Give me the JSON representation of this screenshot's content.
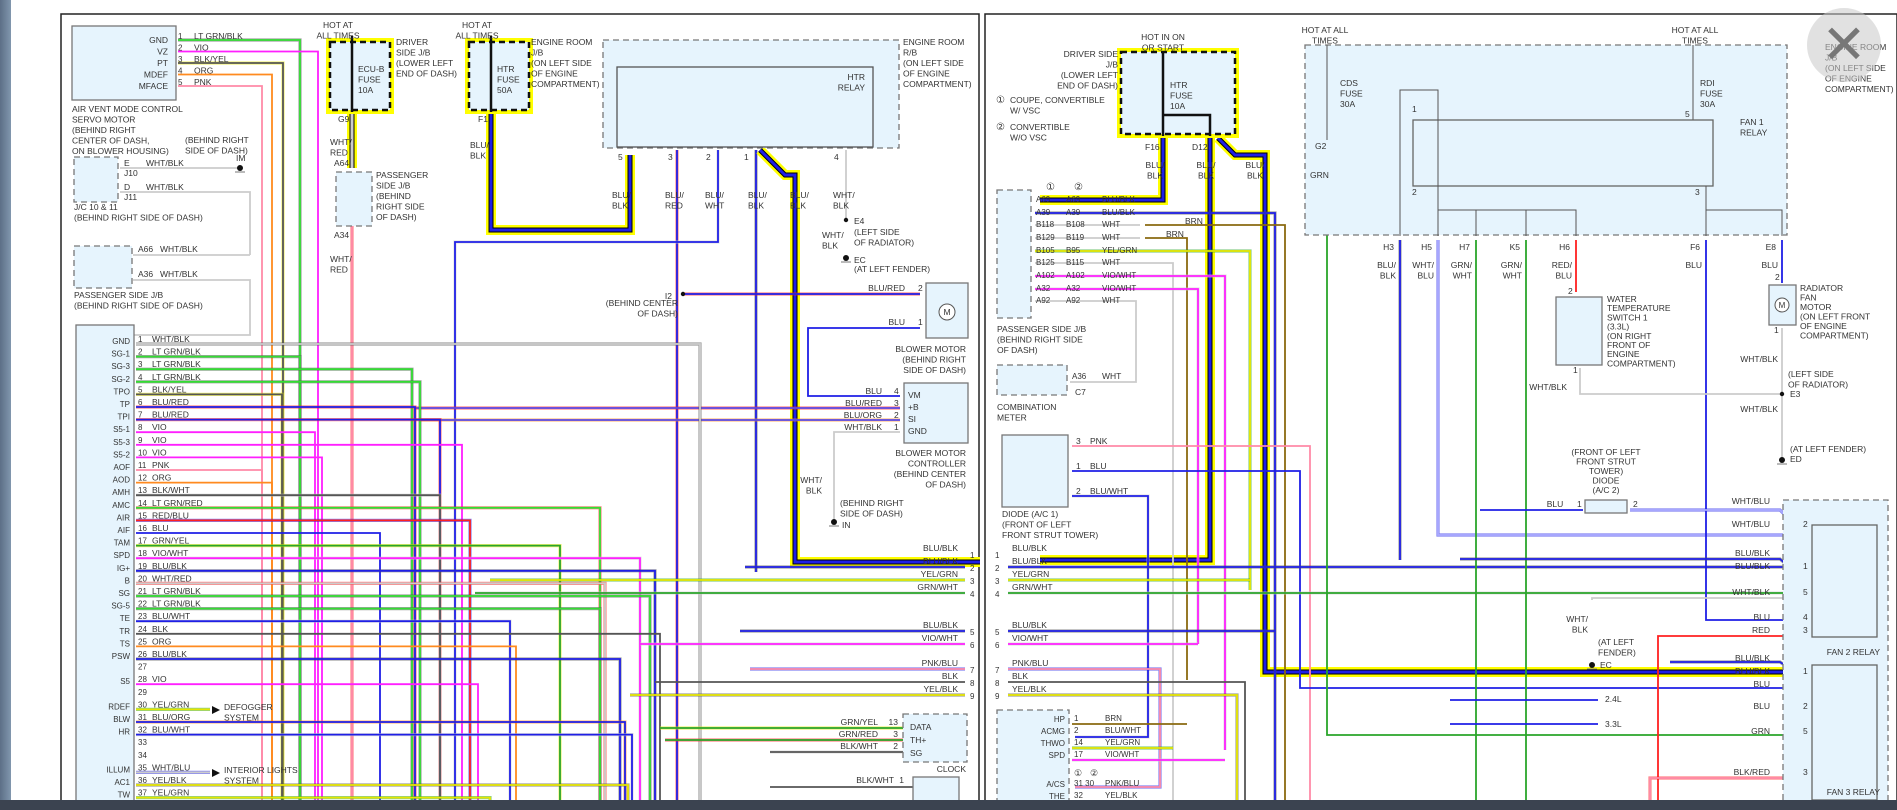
{
  "colors": {
    "highlight": "#ffff00",
    "box_fill": "#e6f4fd",
    "wire": {
      "BLU": "#1f1fe6",
      "BLK": "#555555",
      "WHT": "#cccccc",
      "VIO": "#ff1fff",
      "PNK": "#ff8aa8",
      "ORG": "#ff8a1f",
      "GRN": "#2aa52a",
      "LTGRN": "#33dd33",
      "YEL": "#e6e600",
      "RED": "#ff2020",
      "BRN": "#8a6a10"
    }
  },
  "close_button": {
    "label": "✕",
    "icon": "close-icon"
  },
  "left_page": {
    "air_vent": {
      "pins": [
        "GND",
        "VZ",
        "PT",
        "MDEF",
        "MFACE"
      ],
      "wires": [
        {
          "n": "1",
          "c": "LT GRN/BLK"
        },
        {
          "n": "2",
          "c": "VIO"
        },
        {
          "n": "3",
          "c": "BLK/YEL"
        },
        {
          "n": "4",
          "c": "ORG"
        },
        {
          "n": "5",
          "c": "PNK"
        }
      ],
      "label": [
        "AIR VENT MODE CONTROL",
        "SERVO MOTOR",
        "(BEHIND RIGHT",
        "CENTER OF DASH,",
        "ON BLOWER HOUSING)"
      ]
    },
    "ground_im": {
      "loc": [
        "(BEHIND RIGHT",
        "SIDE OF DASH)"
      ],
      "name": "IM"
    },
    "jc": {
      "wires": [
        {
          "n": "E",
          "c": "WHT/BLK",
          "conn": "J10"
        },
        {
          "n": "D",
          "c": "WHT/BLK",
          "conn": "J11"
        }
      ],
      "label": [
        "J/C 10 & 11",
        "(BEHIND RIGHT SIDE OF DASH)"
      ]
    },
    "pass_jb_small": {
      "wires": [
        {
          "n": "A66",
          "c": "WHT/BLK"
        },
        {
          "n": "A36",
          "c": "WHT/BLK"
        }
      ],
      "label": [
        "PASSENGER SIDE J/B",
        "(BEHIND RIGHT SIDE OF DASH)"
      ]
    },
    "ecu_b": {
      "hot": [
        "HOT AT",
        "ALL TIMES"
      ],
      "fuse": [
        "ECU-B",
        "FUSE",
        "10A"
      ],
      "loc": [
        "DRIVER",
        "SIDE J/B",
        "(LOWER LEFT",
        "END OF DASH)"
      ],
      "conn": "G9",
      "wire": [
        "WHT/",
        "RED"
      ],
      "conn2": "A64"
    },
    "pass_jb_mid": {
      "label": [
        "PASSENGER",
        "SIDE J/B",
        "(BEHIND",
        "RIGHT SIDE",
        "OF DASH)"
      ],
      "conn": "A34",
      "wire": [
        "WHT/",
        "RED"
      ]
    },
    "htr_fuse": {
      "hot": [
        "HOT AT",
        "ALL TIMES"
      ],
      "fuse": [
        "HTR",
        "FUSE",
        "50A"
      ],
      "loc": [
        "ENGINE ROOM",
        "J/B",
        "(ON LEFT SIDE",
        "OF ENGINE",
        "COMPARTMENT)"
      ],
      "conn": "F1",
      "wire": [
        "BLU/",
        "BLK"
      ]
    },
    "htr_relay": {
      "name": [
        "HTR",
        "RELAY"
      ],
      "loc": [
        "ENGINE ROOM",
        "R/B",
        "(ON LEFT SIDE",
        "OF ENGINE",
        "COMPARTMENT)"
      ],
      "pins": [
        "5",
        "3",
        "2",
        "1",
        "4"
      ],
      "wires": [
        [
          "BLU/",
          "BLK"
        ],
        [
          "BLU/",
          "RED"
        ],
        [
          "BLU/",
          "WHT"
        ],
        [
          "BLU/",
          "BLK"
        ],
        [
          "BLU/",
          "BLK"
        ],
        [
          "WHT/",
          "BLK"
        ]
      ]
    },
    "ground_e4": {
      "name": "E4",
      "loc": [
        "(LEFT SIDE",
        "OF RADIATOR)"
      ],
      "wire": [
        "WHT/",
        "BLK"
      ],
      "name2": "EC",
      "loc2": "(AT LEFT FENDER)"
    },
    "i2": {
      "name": "I2",
      "loc": [
        "(BEHIND CENTER",
        "OF DASH)"
      ]
    },
    "blower_motor": {
      "wires": [
        {
          "n": "2",
          "c": "BLU/RED"
        },
        {
          "n": "1",
          "c": "BLU"
        }
      ],
      "label": [
        "BLOWER MOTOR",
        "(BEHIND RIGHT",
        "SIDE OF DASH)"
      ],
      "symbol": "M"
    },
    "blower_ctrl": {
      "pins": [
        "VM",
        "+B",
        "SI",
        "GND"
      ],
      "wires": [
        {
          "n": "4",
          "c": "BLU"
        },
        {
          "n": "3",
          "c": "BLU/RED"
        },
        {
          "n": "2",
          "c": "BLU/ORG"
        },
        {
          "n": "1",
          "c": "WHT/BLK"
        }
      ],
      "label": [
        "BLOWER MOTOR",
        "CONTROLLER",
        "(BEHIND CENTER",
        "OF DASH)"
      ]
    },
    "ground_in": {
      "wire": [
        "WHT/",
        "BLK"
      ],
      "loc": [
        "(BEHIND RIGHT",
        "SIDE OF DASH)"
      ],
      "name": "IN"
    },
    "ac_amp": {
      "rows": [
        {
          "p": "GND",
          "n": "1",
          "c": "WHT/BLK"
        },
        {
          "p": "SG-1",
          "n": "2",
          "c": "LT GRN/BLK"
        },
        {
          "p": "SG-3",
          "n": "3",
          "c": "LT GRN/BLK"
        },
        {
          "p": "SG-2",
          "n": "4",
          "c": "LT GRN/BLK"
        },
        {
          "p": "TPO",
          "n": "5",
          "c": "BLK/YEL"
        },
        {
          "p": "TP",
          "n": "6",
          "c": "BLU/RED"
        },
        {
          "p": "TPI",
          "n": "7",
          "c": "BLU/RED"
        },
        {
          "p": "S5-1",
          "n": "8",
          "c": "VIO"
        },
        {
          "p": "S5-3",
          "n": "9",
          "c": "VIO"
        },
        {
          "p": "S5-2",
          "n": "10",
          "c": "VIO"
        },
        {
          "p": "AOF",
          "n": "11",
          "c": "PNK"
        },
        {
          "p": "AOD",
          "n": "12",
          "c": "ORG"
        },
        {
          "p": "AMH",
          "n": "13",
          "c": "BLK/WHT"
        },
        {
          "p": "AMC",
          "n": "14",
          "c": "LT GRN/RED"
        },
        {
          "p": "AIR",
          "n": "15",
          "c": "RED/BLU"
        },
        {
          "p": "AIF",
          "n": "16",
          "c": "BLU"
        },
        {
          "p": "TAM",
          "n": "17",
          "c": "GRN/YEL"
        },
        {
          "p": "SPD",
          "n": "18",
          "c": "VIO/WHT"
        },
        {
          "p": "IG+",
          "n": "19",
          "c": "BLU/BLK"
        },
        {
          "p": "B",
          "n": "20",
          "c": "WHT/RED"
        },
        {
          "p": "SG",
          "n": "21",
          "c": "LT GRN/BLK"
        },
        {
          "p": "SG-5",
          "n": "22",
          "c": "LT GRN/BLK"
        },
        {
          "p": "TE",
          "n": "23",
          "c": "BLU/WHT"
        },
        {
          "p": "TR",
          "n": "24",
          "c": "BLK"
        },
        {
          "p": "TS",
          "n": "25",
          "c": "ORG"
        },
        {
          "p": "PSW",
          "n": "26",
          "c": "BLU/BLK"
        },
        {
          "p": "",
          "n": "27",
          "c": ""
        },
        {
          "p": "S5",
          "n": "28",
          "c": "VIO"
        },
        {
          "p": "",
          "n": "29",
          "c": ""
        },
        {
          "p": "RDEF",
          "n": "30",
          "c": "YEL/GRN"
        },
        {
          "p": "BLW",
          "n": "31",
          "c": "BLU/ORG"
        },
        {
          "p": "HR",
          "n": "32",
          "c": "BLU/WHT"
        },
        {
          "p": "",
          "n": "33",
          "c": ""
        },
        {
          "p": "",
          "n": "34",
          "c": ""
        },
        {
          "p": "ILLUM",
          "n": "35",
          "c": "WHT/BLU"
        },
        {
          "p": "AC1",
          "n": "36",
          "c": "YEL/BLK"
        },
        {
          "p": "TW",
          "n": "37",
          "c": "YEL/GRN"
        }
      ],
      "defogger": [
        "DEFOGGER",
        "SYSTEM"
      ],
      "interior": [
        "INTERIOR LIGHTS",
        "SYSTEM"
      ]
    },
    "right_edge": [
      {
        "n": "1",
        "c": "BLU/BLK"
      },
      {
        "n": "2",
        "c": "BLU/BLK"
      },
      {
        "n": "3",
        "c": "YEL/GRN"
      },
      {
        "n": "4",
        "c": "GRN/WHT"
      },
      {
        "n": "5",
        "c": "BLU/BLK"
      },
      {
        "n": "6",
        "c": "VIO/WHT"
      },
      {
        "n": "7",
        "c": "PNK/BLU"
      },
      {
        "n": "8",
        "c": "BLK"
      },
      {
        "n": "9",
        "c": "YEL/BLK"
      }
    ],
    "clock": {
      "pins": [
        "DATA",
        "TH+",
        "SG"
      ],
      "wires": [
        {
          "n": "13",
          "c": "GRN/YEL"
        },
        {
          "n": "3",
          "c": "GRN/RED"
        },
        {
          "n": "2",
          "c": "BLK/WHT"
        }
      ],
      "label": "CLOCK"
    },
    "bottom_box": {
      "wire": {
        "n": "1",
        "c": "BLK/WHT"
      }
    }
  },
  "right_page": {
    "htr_fuse": {
      "hot": [
        "HOT IN ON",
        "OR START"
      ],
      "fuse": [
        "HTR",
        "FUSE",
        "10A"
      ],
      "loc": [
        "DRIVER SIDE",
        "J/B",
        "(LOWER LEFT",
        "END OF DASH)"
      ],
      "conns": [
        "F16",
        "D12"
      ],
      "wires": [
        [
          "BLU/",
          "BLK"
        ],
        [
          "BLU/",
          "BLK"
        ],
        [
          "BLU/",
          "BLK"
        ]
      ]
    },
    "notes": [
      {
        "n": "①",
        "t": [
          "COUPE, CONVERTIBLE",
          "W/ VSC"
        ]
      },
      {
        "n": "②",
        "t": [
          "CONVERTIBLE",
          "W/O VSC"
        ]
      }
    ],
    "pass_jb": {
      "rows": [
        {
          "a": "A69",
          "b": "A69",
          "c": "BLU/BLK"
        },
        {
          "a": "A39",
          "b": "A39",
          "c": "BLU/BLK"
        },
        {
          "a": "B118",
          "b": "B108",
          "c": "WHT"
        },
        {
          "a": "B129",
          "b": "B119",
          "c": "WHT"
        },
        {
          "a": "B105",
          "b": "B95",
          "c": "YEL/GRN"
        },
        {
          "a": "B125",
          "b": "B115",
          "c": "WHT"
        },
        {
          "a": "A102",
          "b": "A102",
          "c": "VIO/WHT"
        },
        {
          "a": "A32",
          "b": "A32",
          "c": "VIO/WHT"
        },
        {
          "a": "A92",
          "b": "A92",
          "c": "WHT"
        }
      ],
      "brn": [
        "BRN",
        "BRN"
      ],
      "label": [
        "PASSENGER SIDE J/B",
        "(BEHIND RIGHT SIDE",
        "OF DASH)"
      ]
    },
    "combo_meter": {
      "conn": "A36",
      "wire": "WHT",
      "conn2": "C7",
      "label": [
        "COMBINATION",
        "METER"
      ]
    },
    "diode_ac1": {
      "wires": [
        {
          "n": "3",
          "c": "PNK"
        },
        {
          "n": "1",
          "c": "BLU"
        },
        {
          "n": "2",
          "c": "BLU/WHT"
        }
      ],
      "label": [
        "DIODE (A/C 1)",
        "(FRONT OF LEFT",
        "FRONT STRUT TOWER)"
      ]
    },
    "left_edge": [
      {
        "n": "1",
        "c": "BLU/BLK"
      },
      {
        "n": "2",
        "c": "BLU/BLK"
      },
      {
        "n": "3",
        "c": "YEL/GRN"
      },
      {
        "n": "4",
        "c": "GRN/WHT"
      },
      {
        "n": "5",
        "c": "BLU/BLK"
      },
      {
        "n": "6",
        "c": "VIO/WHT"
      },
      {
        "n": "7",
        "c": "PNK/BLU"
      },
      {
        "n": "8",
        "c": "BLK"
      },
      {
        "n": "9",
        "c": "YEL/BLK"
      }
    ],
    "ecm": {
      "rows": [
        {
          "p": "HP",
          "n": "1",
          "c": "BRN"
        },
        {
          "p": "ACMG",
          "n": "2",
          "c": "BLU/WHT"
        },
        {
          "p": "THWO",
          "n": "14",
          "c": "YEL/GRN"
        },
        {
          "p": "SPD",
          "n": "17",
          "c": "VIO/WHT"
        },
        {
          "p": "A/CS",
          "n": "31  30",
          "c": "PNK/BLU"
        },
        {
          "p": "THE",
          "n": "32",
          "c": "YEL/BLK"
        }
      ],
      "variant": [
        "①",
        "②"
      ]
    },
    "er_jb": {
      "hot1": [
        "HOT AT ALL",
        "TIMES"
      ],
      "cds": [
        "CDS",
        "FUSE",
        "30A"
      ],
      "g2": "G2",
      "grn": "GRN",
      "hot2": [
        "HOT AT ALL",
        "TIMES"
      ],
      "rdi": [
        "RDI",
        "FUSE",
        "30A"
      ],
      "fan1": [
        "FAN 1",
        "RELAY"
      ],
      "loc": [
        "ENGINE ROOM",
        "J/B",
        "(ON LEFT SIDE",
        "OF ENGINE",
        "COMPARTMENT)"
      ],
      "pins": [
        {
          "n": "H3",
          "c": [
            "BLU/",
            "BLK"
          ]
        },
        {
          "n": "H5",
          "c": [
            "WHT/",
            "BLU"
          ]
        },
        {
          "n": "H7",
          "c": [
            "GRN/",
            "WHT"
          ]
        },
        {
          "n": "K5",
          "c": [
            "GRN/",
            "WHT"
          ]
        },
        {
          "n": "H6",
          "c": [
            "RED/",
            "BLU"
          ]
        },
        {
          "n": "F6",
          "c": [
            "BLU"
          ]
        },
        {
          "n": "E8",
          "c": [
            "BLU"
          ]
        }
      ],
      "relay_pins": [
        "1",
        "2",
        "5",
        "3"
      ]
    },
    "water_switch": {
      "pins": [
        "2",
        "1"
      ],
      "wire": "WHT/BLK",
      "label": [
        "WATER",
        "TEMPERATURE",
        "SWITCH 1",
        "(3.3L)",
        "(ON RIGHT",
        "FRONT OF",
        "ENGINE",
        "COMPARTMENT)"
      ]
    },
    "rad_fan": {
      "pins": [
        "2",
        "1"
      ],
      "symbol": "M",
      "label": [
        "RADIATOR",
        "FAN",
        "MOTOR",
        "(ON LEFT FRONT",
        "OF ENGINE",
        "COMPARTMENT)"
      ],
      "wire1": "WHT/BLK",
      "wire2": "WHT/BLK",
      "e3": "E3",
      "e3loc": [
        "(LEFT SIDE",
        "OF RADIATOR)"
      ],
      "ed": "ED",
      "edloc": "(AT LEFT FENDER)"
    },
    "diode_ac2": {
      "label": [
        "(FRONT OF LEFT",
        "FRONT STRUT",
        "TOWER)",
        "DIODE",
        "(A/C 2)"
      ],
      "pins": [
        "1",
        "2"
      ],
      "wire": "BLU"
    },
    "ec": {
      "wire": [
        "WHT/",
        "BLK"
      ],
      "loc": [
        "(AT LEFT",
        "FENDER)"
      ],
      "name": "EC"
    },
    "engine_variants": [
      "2.4L",
      "3.3L"
    ],
    "fan2": {
      "label": "FAN 2 RELAY",
      "wires": [
        {
          "n": "",
          "c": "WHT/BLU"
        },
        {
          "n": "2",
          "c": "WHT/BLU"
        },
        {
          "n": "",
          "c": "BLU/BLK"
        },
        {
          "n": "1",
          "c": "BLU/BLK"
        },
        {
          "n": "5",
          "c": "WHT/BLK"
        },
        {
          "n": "4",
          "c": "BLU"
        },
        {
          "n": "3",
          "c": "RED"
        }
      ]
    },
    "fan3": {
      "label": "FAN 3 RELAY",
      "wires": [
        {
          "n": "",
          "c": "BLU/BLK"
        },
        {
          "n": "1",
          "c": "BLU/BLK"
        },
        {
          "n": "",
          "c": "BLU"
        },
        {
          "n": "2",
          "c": "BLU"
        },
        {
          "n": "5",
          "c": "GRN"
        },
        {
          "n": "3",
          "c": "BLK/RED"
        }
      ]
    }
  }
}
